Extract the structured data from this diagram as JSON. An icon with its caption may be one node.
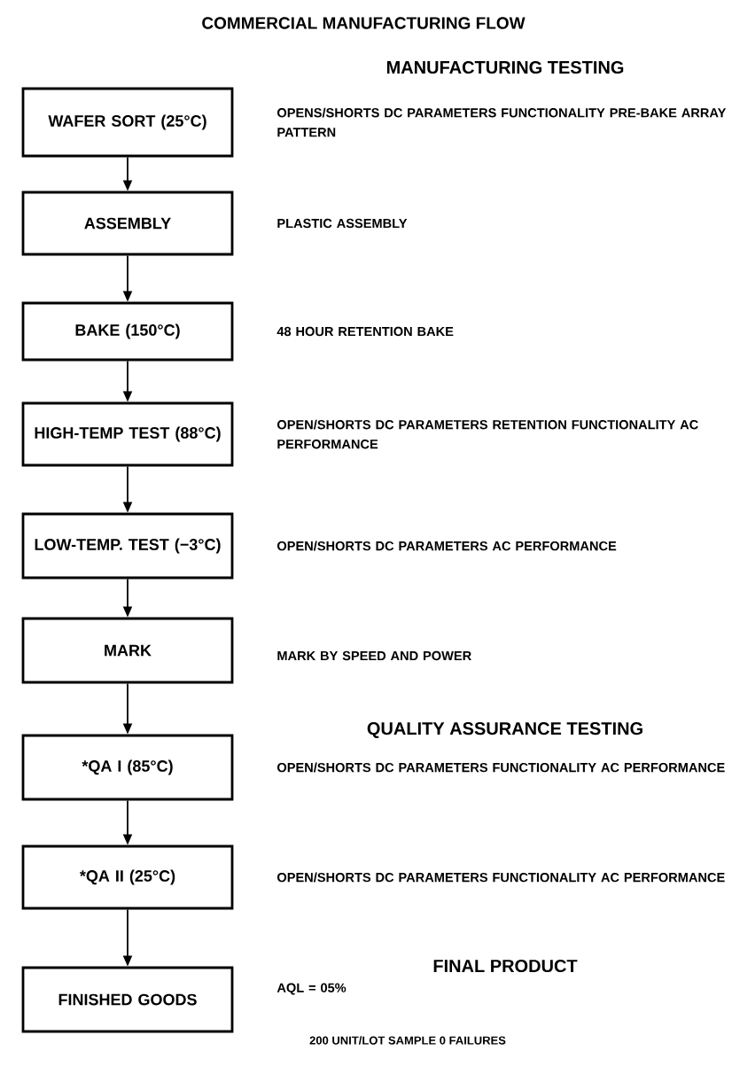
{
  "diagram": {
    "title": "COMMERCIAL MANUFACTURING FLOW",
    "nodes": [
      {
        "text": [
          "WAFER SORT (25°C)"
        ],
        "beside": [
          "OPENS/SHORTS DC PARAMETERS FUNCTIONALITY PRE-BAKE ARRAY PATTERN"
        ]
      },
      {
        "text": [
          "ASSEMBLY"
        ],
        "beside": [
          "PLASTIC ASSEMBLY"
        ]
      },
      {
        "text": [
          "BAKE (150°C)"
        ],
        "beside": [
          "48 HOUR RETENTION BAKE"
        ]
      },
      {
        "text": [
          "HIGH-TEMP TEST (88°C)"
        ],
        "beside": [
          "OPEN/SHORTS DC PARAMETERS RETENTION FUNCTIONALITY AC PERFORMANCE"
        ]
      },
      {
        "text": [
          "LOW-TEMP. TEST (−3°C)"
        ],
        "beside": [
          "OPEN/SHORTS DC PARAMETERS AC PERFORMANCE"
        ]
      },
      {
        "text": [
          "MARK"
        ],
        "beside": [
          "MARK BY SPEED AND POWER"
        ]
      },
      {
        "text": [
          "*QA I (85°C)"
        ],
        "beside": [
          "OPEN/SHORTS DC PARAMETERS FUNCTIONALITY AC PERFORMANCE"
        ]
      },
      {
        "text": [
          "*QA II (25°C)"
        ],
        "beside": [
          "OPEN/SHORTS DC PARAMETERS FUNCTIONALITY AC PERFORMANCE"
        ]
      },
      {
        "text": [
          "FINISHED GOODS"
        ],
        "beside": [
          "AQL = 05%"
        ]
      }
    ],
    "edges": [
      {
        "from": 0,
        "to": 1,
        "arrow": "to"
      },
      {
        "from": 1,
        "to": 2,
        "arrow": "to"
      },
      {
        "from": 2,
        "to": 3,
        "arrow": "to"
      },
      {
        "from": 3,
        "to": 4,
        "arrow": "to"
      },
      {
        "from": 4,
        "to": 5,
        "arrow": "to"
      },
      {
        "from": 5,
        "to": 6,
        "arrow": "to"
      },
      {
        "from": 6,
        "to": 7,
        "arrow": "to"
      },
      {
        "from": 7,
        "to": 8,
        "arrow": "to"
      }
    ],
    "labels": [
      "MANUFACTURING TESTING",
      "QUALITY ASSURANCE TESTING",
      "FINAL PRODUCT",
      "200 UNIT/LOT SAMPLE 0 FAILURES"
    ]
  }
}
